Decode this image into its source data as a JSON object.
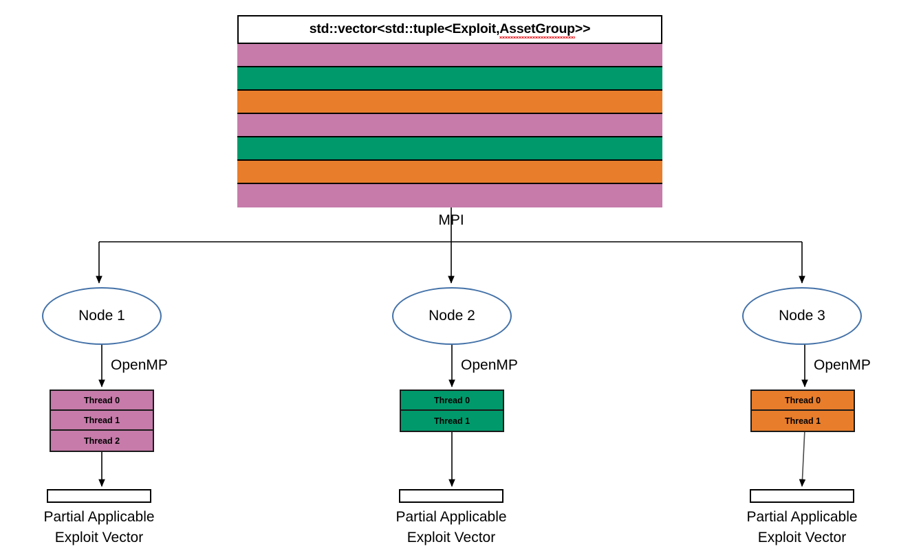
{
  "diagram": {
    "vector": {
      "title_prefix": "std::vector<std::tuple<Exploit, ",
      "title_spellchecked": "AssetGroup",
      "title_suffix": ">>",
      "full_title": "std::vector<std::tuple<Exploit, AssetGroup>>",
      "bands": [
        {
          "index": 0,
          "color": "#C67BAA"
        },
        {
          "index": 1,
          "color": "#00996B"
        },
        {
          "index": 2,
          "color": "#E87D2B"
        },
        {
          "index": 3,
          "color": "#C67BAA"
        },
        {
          "index": 4,
          "color": "#00996B"
        },
        {
          "index": 5,
          "color": "#E87D2B"
        },
        {
          "index": 6,
          "color": "#C67BAA"
        }
      ]
    },
    "mpi_label": "MPI",
    "nodes": [
      {
        "id": "node-1",
        "label": "Node 1",
        "openmp_label": "OpenMP",
        "thread_color": "#C67BAA",
        "threads": [
          "Thread 0",
          "Thread 1",
          "Thread 2"
        ],
        "result_caption_line1": "Partial Applicable",
        "result_caption_line2": "Exploit Vector"
      },
      {
        "id": "node-2",
        "label": "Node 2",
        "openmp_label": "OpenMP",
        "thread_color": "#00996B",
        "threads": [
          "Thread 0",
          "Thread 1"
        ],
        "result_caption_line1": "Partial Applicable",
        "result_caption_line2": "Exploit Vector"
      },
      {
        "id": "node-3",
        "label": "Node 3",
        "openmp_label": "OpenMP",
        "thread_color": "#E87D2B",
        "threads": [
          "Thread 0",
          "Thread 1"
        ],
        "result_caption_line1": "Partial Applicable",
        "result_caption_line2": "Exploit Vector"
      }
    ],
    "colors": {
      "pink": "#C67BAA",
      "green": "#00996B",
      "orange": "#E87D2B",
      "ellipse_stroke": "#4472A8",
      "wire": "#000000",
      "spell_underline": "#e8262b"
    }
  }
}
